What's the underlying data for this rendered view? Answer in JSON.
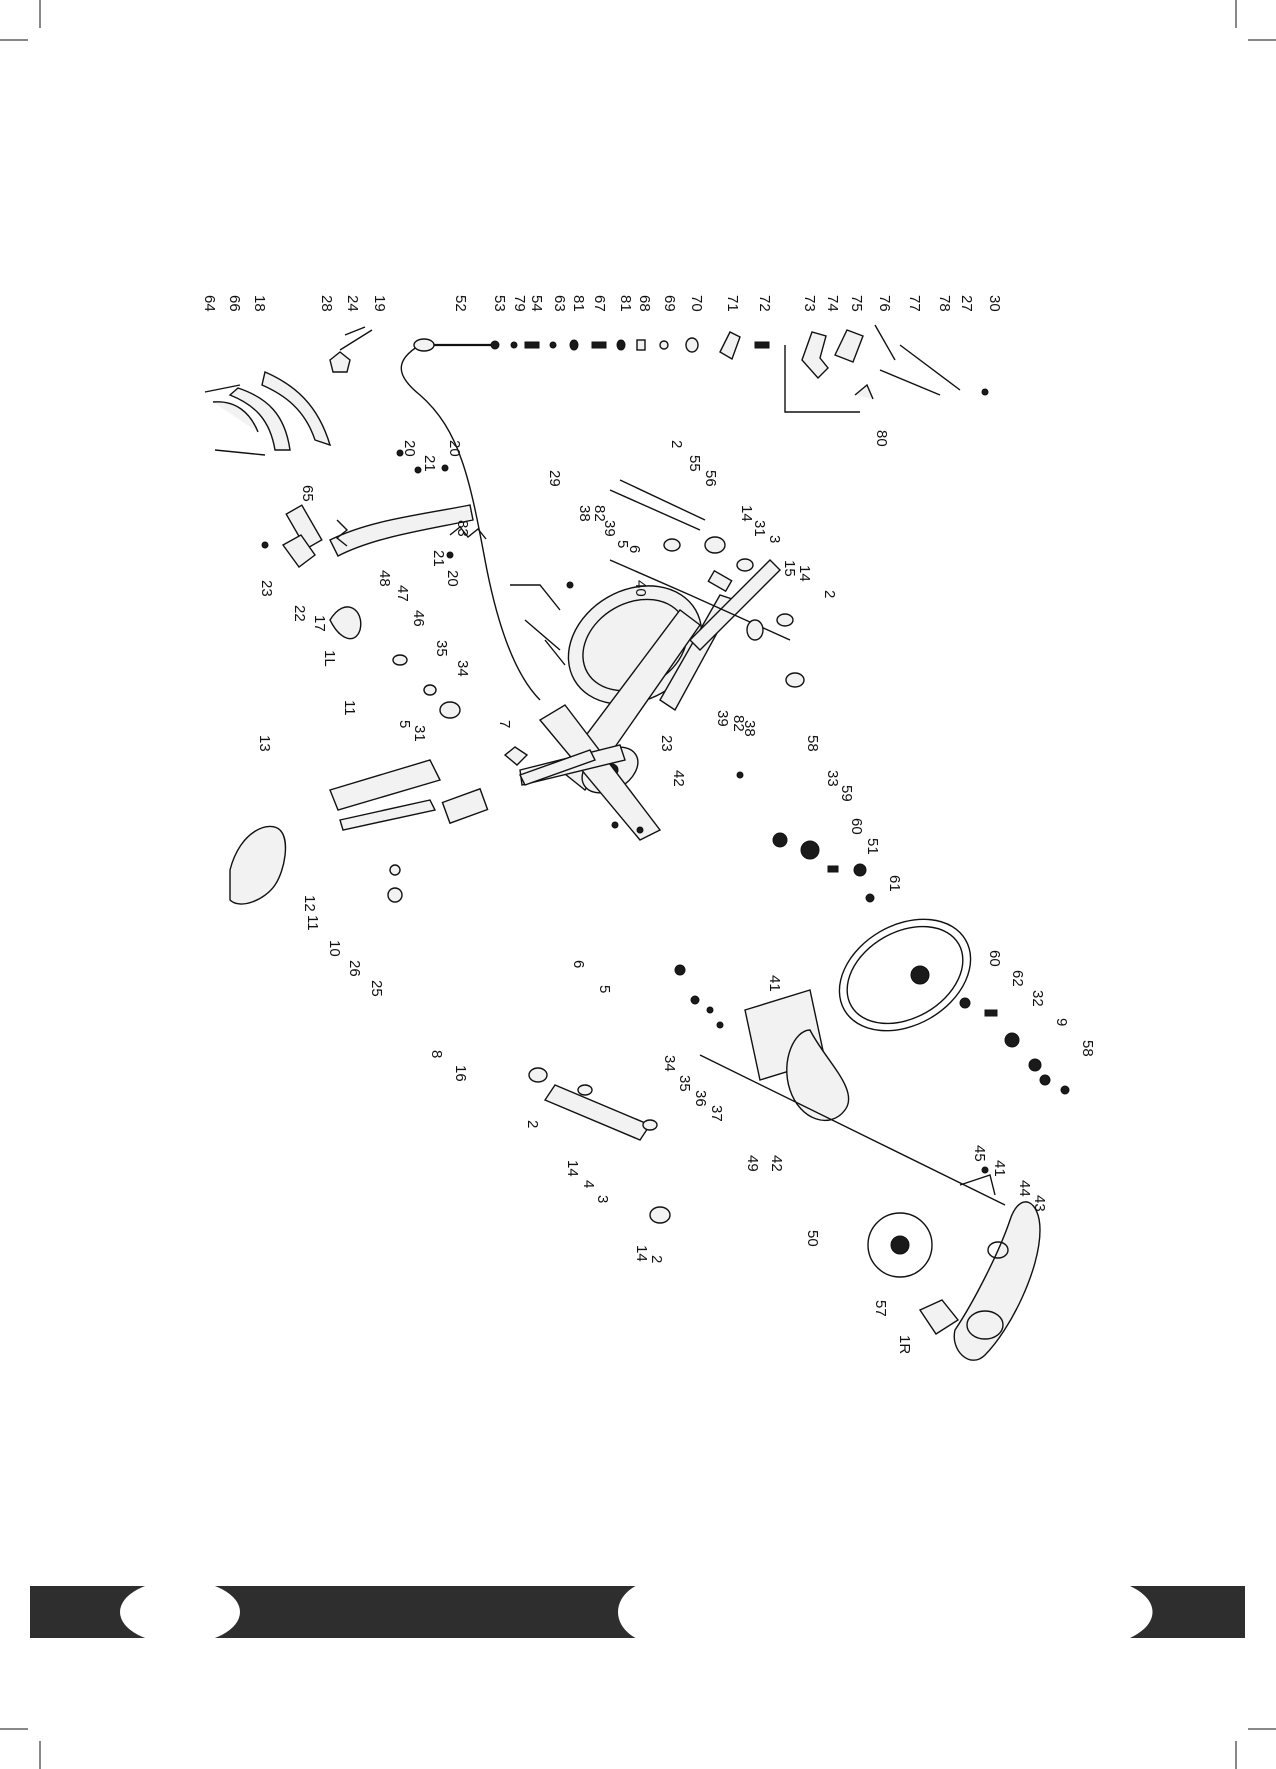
{
  "diagram": {
    "labels": {
      "l64": "64",
      "l66": "66",
      "l18": "18",
      "l28": "28",
      "l24": "24",
      "l19": "19",
      "l52": "52",
      "l53": "53",
      "l79": "79",
      "l54": "54",
      "l63": "63",
      "l81a": "81",
      "l67": "67",
      "l81b": "81",
      "l68": "68",
      "l69": "69",
      "l70": "70",
      "l71": "71",
      "l72": "72",
      "l73": "73",
      "l74": "74",
      "l75": "75",
      "l76": "76",
      "l77": "77",
      "l78": "78",
      "l27": "27",
      "l30": "30",
      "l80": "80",
      "l20a": "20",
      "l21a": "21",
      "l20b": "20",
      "l65": "65",
      "l29": "29",
      "l38a": "38",
      "l82a": "82",
      "l39a": "39",
      "l5a": "5",
      "l6a": "6",
      "l2a": "2",
      "l55": "55",
      "l56": "56",
      "l14a": "14",
      "l31a": "31",
      "l3a": "3",
      "l15": "15",
      "l14b": "14",
      "l2b": "2",
      "l83": "83",
      "l21b": "21",
      "l20c": "20",
      "l23a": "23",
      "l22": "22",
      "l17": "17",
      "l1L": "1L",
      "l48": "48",
      "l47": "47",
      "l46": "46",
      "l35a": "35",
      "l34a": "34",
      "l40": "40",
      "l13": "13",
      "l11a": "11",
      "l5b": "5",
      "l31b": "31",
      "l7": "7",
      "l23b": "23",
      "l42a": "42",
      "l39b": "39",
      "l82b": "82",
      "l38b": "38",
      "l58a": "58",
      "l33": "33",
      "l59": "59",
      "l60a": "60",
      "l51": "51",
      "l61": "61",
      "l12": "12",
      "l11b": "11",
      "l10": "10",
      "l26": "26",
      "l25": "25",
      "l8": "8",
      "l16": "16",
      "l6b": "6",
      "l5c": "5",
      "l41a": "41",
      "l34b": "34",
      "l35b": "35",
      "l36": "36",
      "l37": "37",
      "l49": "49",
      "l42b": "42",
      "l50": "50",
      "l2c": "2",
      "l14c": "14",
      "l4": "4",
      "l3b": "3",
      "l14d": "14",
      "l2d": "2",
      "l60b": "60",
      "l62": "62",
      "l32": "32",
      "l9": "9",
      "l58b": "58",
      "l45": "45",
      "l41b": "41",
      "l44": "44",
      "l43": "43",
      "l57": "57",
      "l1R": "1R"
    }
  },
  "colors": {
    "ink": "#111111",
    "banner": "#2e2e2e",
    "paper": "#ffffff"
  }
}
